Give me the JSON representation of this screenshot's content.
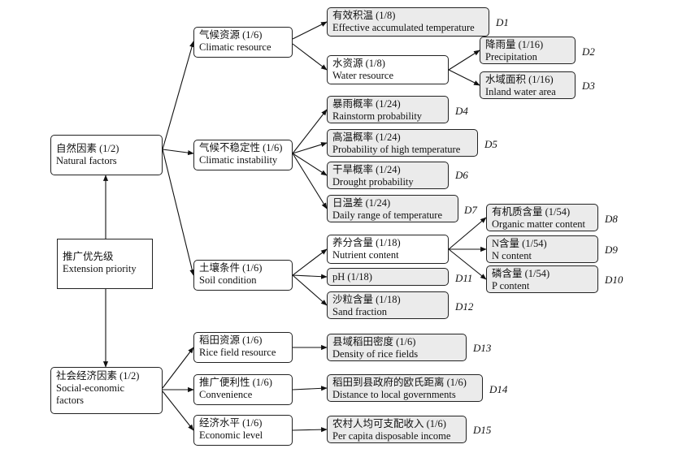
{
  "root": {
    "zh": "推广优先级",
    "en": "Extension priority"
  },
  "factors": [
    {
      "zh": "自然因素 (1/2)",
      "en": "Natural factors"
    },
    {
      "zh": "社会经济因素 (1/2)",
      "en": "Social-economic",
      "en2": "factors"
    }
  ],
  "criteria": [
    {
      "zh": "气候资源 (1/6)",
      "en": "Climatic resource"
    },
    {
      "zh": "气候不稳定性 (1/6)",
      "en": "Climatic instability"
    },
    {
      "zh": "土壤条件 (1/6)",
      "en": "Soil condition"
    },
    {
      "zh": "稻田资源 (1/6)",
      "en": "Rice field resource"
    },
    {
      "zh": "推广便利性 (1/6)",
      "en": "Convenience"
    },
    {
      "zh": "经济水平 (1/6)",
      "en": "Economic level"
    }
  ],
  "subcriteria": [
    {
      "zh": "水资源 (1/8)",
      "en": "Water resource"
    },
    {
      "zh": "养分含量 (1/18)",
      "en": "Nutrient content"
    }
  ],
  "indicators": [
    {
      "zh": "有效积温 (1/8)",
      "en": "Effective accumulated temperature",
      "tag": "D1"
    },
    {
      "zh": "降雨量 (1/16)",
      "en": "Precipitation",
      "tag": "D2"
    },
    {
      "zh": "水域面积 (1/16)",
      "en": "Inland water area",
      "tag": "D3"
    },
    {
      "zh": "暴雨概率 (1/24)",
      "en": "Rainstorm probability",
      "tag": "D4"
    },
    {
      "zh": "高温概率 (1/24)",
      "en": "Probability of high temperature",
      "tag": "D5"
    },
    {
      "zh": "干旱概率 (1/24)",
      "en": "Drought probability",
      "tag": "D6"
    },
    {
      "zh": "日温差 (1/24)",
      "en": "Daily range of temperature",
      "tag": "D7"
    },
    {
      "zh": "有机质含量 (1/54)",
      "en": "Organic matter content",
      "tag": "D8"
    },
    {
      "zh": "N含量 (1/54)",
      "en": "N content",
      "tag": "D9"
    },
    {
      "zh": "磷含量 (1/54)",
      "en": "P content",
      "tag": "D10"
    },
    {
      "zh": "pH (1/18)",
      "en": "",
      "tag": "D11"
    },
    {
      "zh": "沙粒含量 (1/18)",
      "en": "Sand fraction",
      "tag": "D12"
    },
    {
      "zh": "县域稻田密度 (1/6)",
      "en": "Density of rice fields",
      "tag": "D13"
    },
    {
      "zh": "稻田到县政府的欧氏距离 (1/6)",
      "en": "Distance to local governments",
      "tag": "D14"
    },
    {
      "zh": "农村人均可支配收入 (1/6)",
      "en": "Per capita disposable income",
      "tag": "D15"
    }
  ]
}
